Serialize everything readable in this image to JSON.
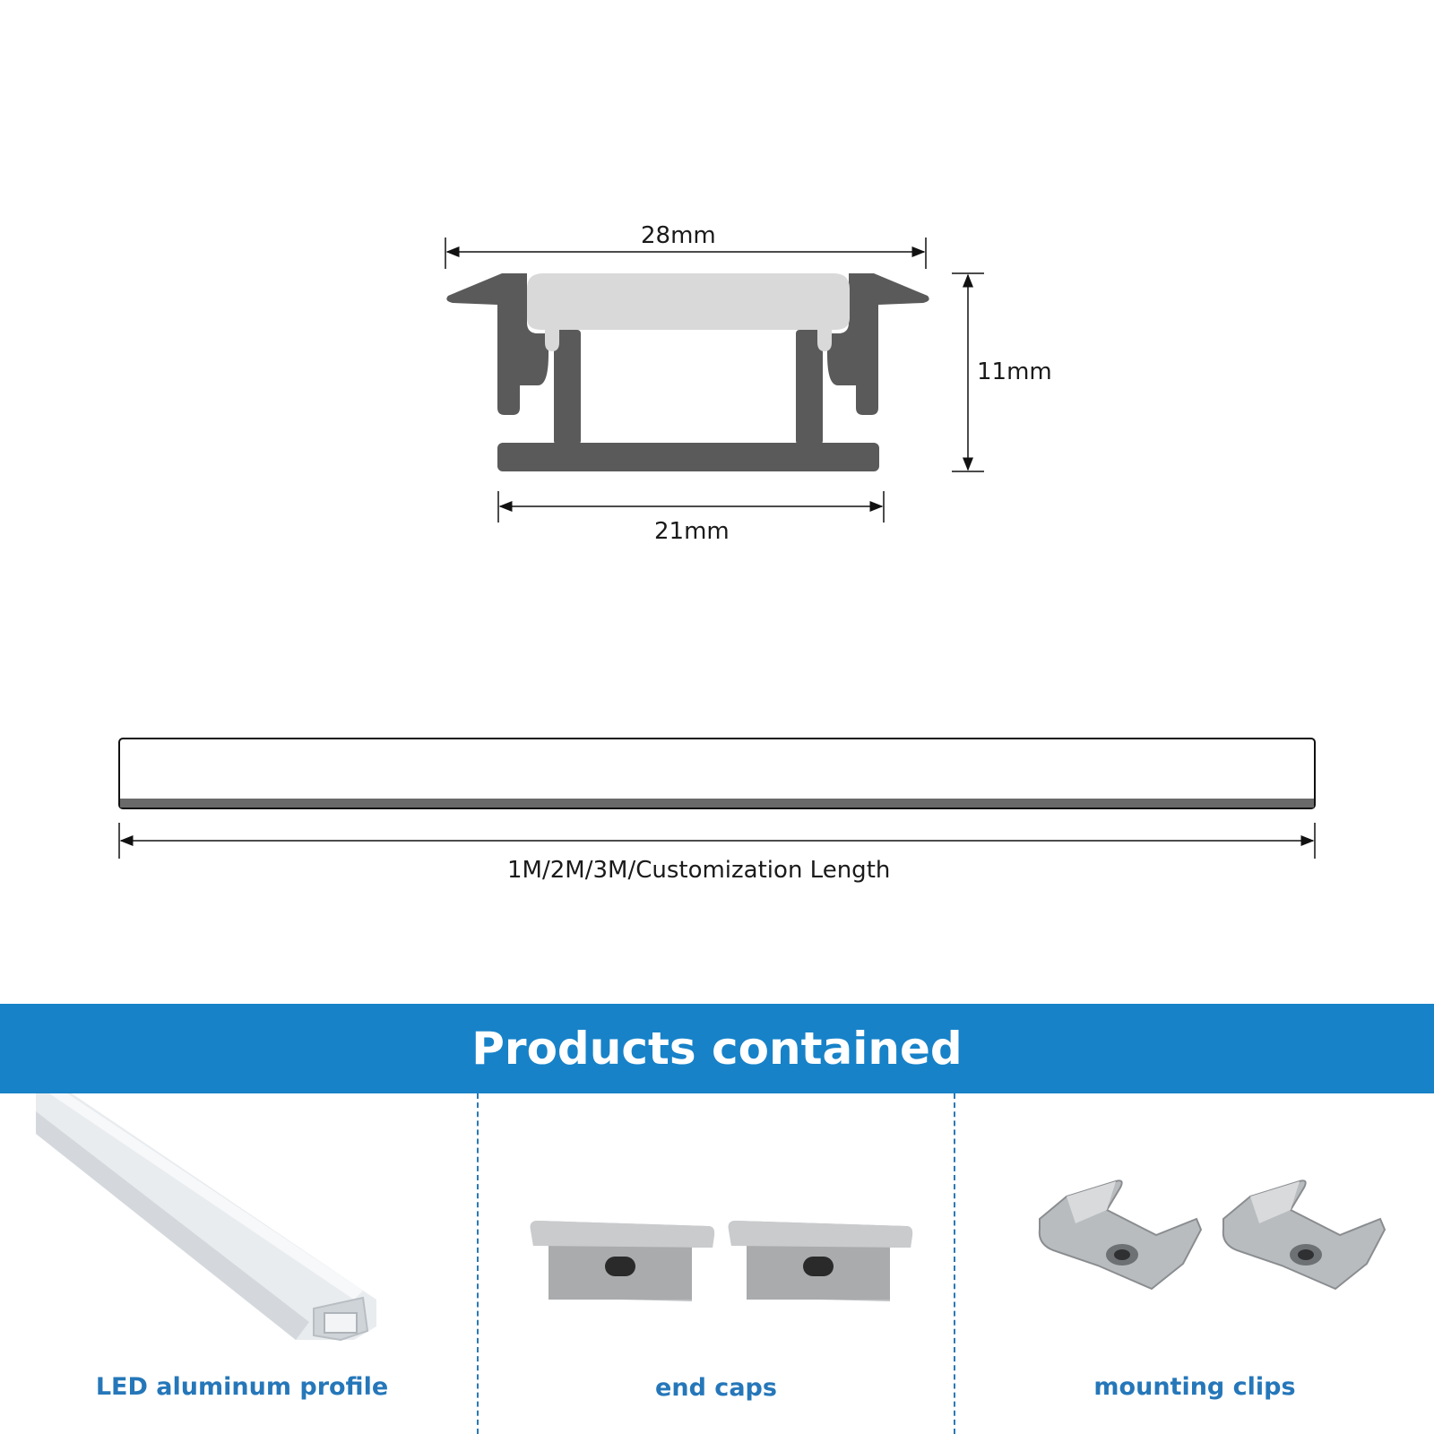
{
  "dimensions": {
    "top_width": "28mm",
    "bottom_width": "21mm",
    "height": "11mm",
    "length": "1M/2M/3M/Customization Length"
  },
  "banner": {
    "title": "Products contained"
  },
  "products": [
    {
      "label": "LED aluminum profile",
      "icon": "aluminum-profile-image"
    },
    {
      "label": "end caps",
      "icon": "end-cap-image"
    },
    {
      "label": "mounting clips",
      "icon": "mounting-clip-image"
    }
  ],
  "colors": {
    "profile": "#5a5a5a",
    "diffuser": "#d9d9d9",
    "banner": "#1782c8",
    "caption": "#2577b9"
  }
}
